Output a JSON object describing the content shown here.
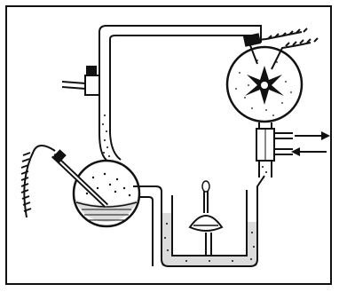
{
  "figure": {
    "description_free": true,
    "line_color": "#111111",
    "fill_color": "#ffffff",
    "liquid_color": "#111111",
    "has_frame": true,
    "components": {
      "left_flask": "boiling-flask",
      "right_flask": "spark-chamber",
      "condenser": "water-condenser",
      "trap": "u-tube-trap",
      "stopcock": "stopcock",
      "heat_coil": "heating-coil",
      "electrode_wires": "electrode-wires",
      "water_arrows": [
        "in",
        "out"
      ]
    }
  }
}
